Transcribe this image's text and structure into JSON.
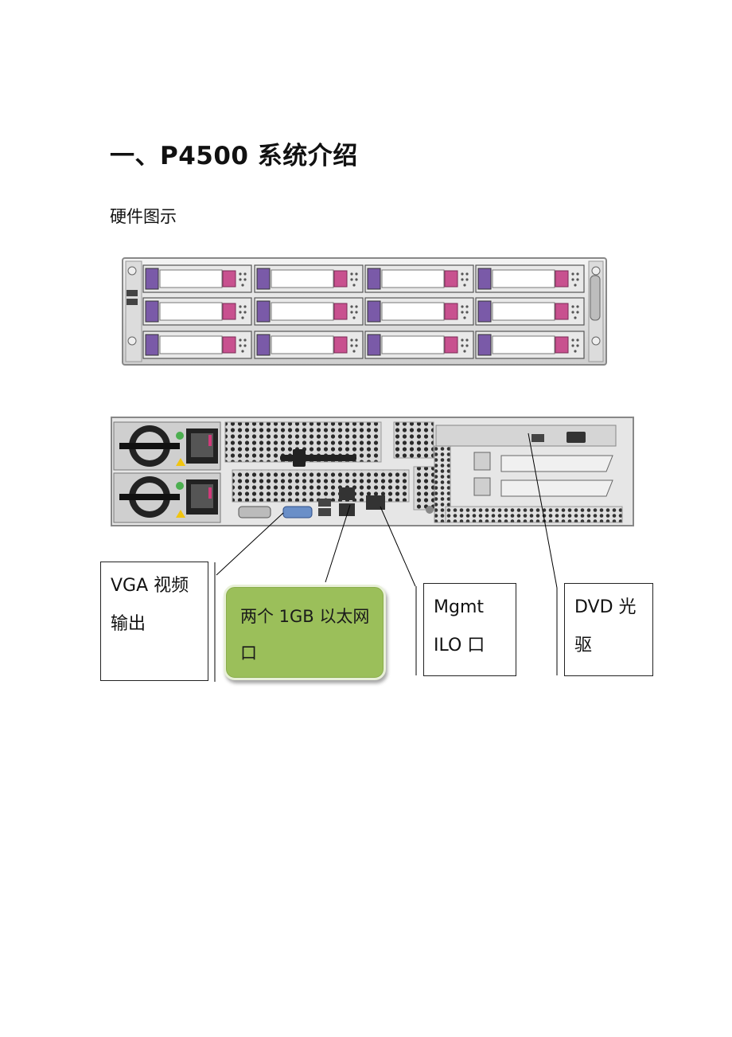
{
  "heading": "一、P4500 系统介绍",
  "subheading": "硬件图示",
  "callouts": {
    "vga": "VGA 视频输出",
    "ethernet": "两个 1GB 以太网口",
    "ilo": "Mgmt ILO 口",
    "dvd": "DVD 光驱"
  },
  "colors": {
    "drive_tab": "#c8518f",
    "drive_latch": "#7a5aa8",
    "green_box": "#9bbf5a"
  },
  "icons": [
    "server-front-panel",
    "server-rear-panel"
  ]
}
